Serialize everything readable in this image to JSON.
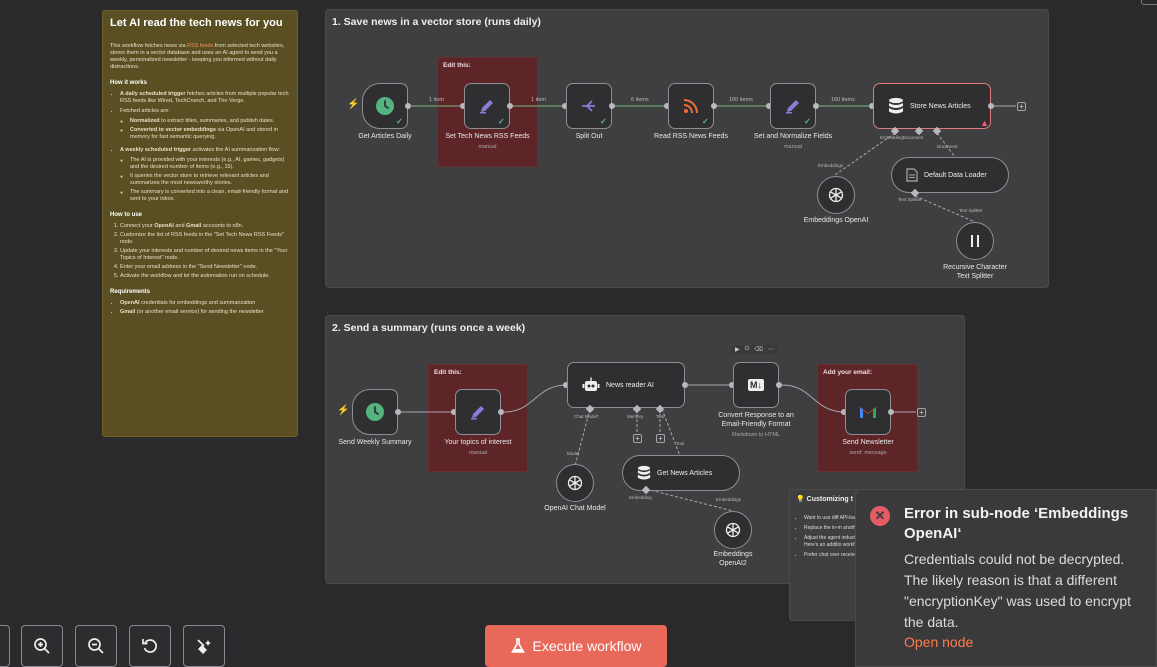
{
  "overview": {
    "title": "Let AI read the tech news for you",
    "intro_a": "This workflow fetches news via ",
    "intro_link": "RSS feeds",
    "intro_b": " from selected tech websites, stores them in a vector database and uses an AI agent to send you a weekly, personalized newsletter - keeping you informed without daily distractions.",
    "how_works_title": "How it works",
    "hw1_bold": "A daily scheduled trigger",
    "hw1_rest": " fetches articles from multiple popular tech RSS feeds like Wired, TechCrunch, and The Verge.",
    "hw2": "Fetched articles are:",
    "hw2a_bold": "Normalized",
    "hw2a_rest": " to extract titles, summaries, and publish dates.",
    "hw2b_bold": "Converted to vector embeddings",
    "hw2b_rest": " via OpenAI and stored in memory for fast semantic querying.",
    "hw3_bold": "A weekly scheduled trigger",
    "hw3_rest": " activates the AI summarization flow:",
    "hw3a": "The AI is provided with your interests (e.g., AI, games, gadgets) and the desired number of items (e.g., 15).",
    "hw3b": "It queries the vector store to retrieve relevant articles and summarizes the most newsworthy stories.",
    "hw3c": "The summary is converted into a clean, email-friendly format and sent to your inbox.",
    "how_use_title": "How to use",
    "hu1_a": "Connect your ",
    "hu1_b1": "OpenAI",
    "hu1_mid": " and ",
    "hu1_b2": "Gmail",
    "hu1_c": " accounts to n8n.",
    "hu2": "Customize the list of RSS feeds in the \"Set Tech News RSS Feeds\" node.",
    "hu3": "Update your interests and number of desired news items in the \"Your Topics of Interest\" node.",
    "hu4": "Enter your email address in the \"Send Newsletter\" node.",
    "hu5": "Activate the workflow and let the automation run on schedule.",
    "req_title": "Requirements",
    "req1_bold": "OpenAI",
    "req1_rest": " credentials for embeddings and summarization",
    "req2_bold": "Gmail",
    "req2_rest": " (or another email service) for sending the newsletter"
  },
  "section1": {
    "title": "1. Save news in a vector store (runs daily)",
    "edit_note": "Edit this:",
    "nodes": {
      "get_articles": "Get Articles Daily",
      "set_feeds": "Set Tech News RSS Feeds",
      "set_feeds_sub": "manual",
      "split_out": "Split Out",
      "read_rss": "Read RSS News Feeds",
      "normalize": "Set and Normalize Fields",
      "normalize_sub": "manual",
      "store": "Store News Articles",
      "embeddings": "Embeddings OpenAI",
      "loader": "Default Data Loader",
      "splitter_l1": "Recursive Character",
      "splitter_l2": "Text Splitter"
    },
    "edges": {
      "e1": "1 item",
      "e2": "1 item",
      "e3": "6 items",
      "e4": "160 items",
      "e5": "160 items",
      "embdoc": "EmbeddingDocument",
      "document": "Document",
      "embeddings": "Embeddings",
      "textsplitter1": "Text Splitter",
      "textsplitter2": "Text Splitter"
    }
  },
  "section2": {
    "title": "2. Send a summary (runs once a week)",
    "edit_note": "Edit this:",
    "email_note": "Add your email:",
    "nodes": {
      "send_weekly": "Send Weekly Summary",
      "topics": "Your topics of interest",
      "topics_sub": "manual",
      "agent": "News reader AI",
      "convert_l1": "Convert Response to an",
      "convert_l2": "Email-Friendly Format",
      "convert_sub": "Markdown to HTML",
      "newsletter": "Send Newsletter",
      "newsletter_sub": "send: message",
      "chat_model": "OpenAI Chat Model",
      "get_news": "Get News Articles",
      "emb2_l1": "Embeddings",
      "emb2_l2": "OpenAI2"
    },
    "ports": {
      "chat_model": "Chat Model*",
      "memory": "Memory",
      "tool": "Tool",
      "model": "Model",
      "tool2": "Tool",
      "embedding": "Embedding",
      "embeddings": "Embeddings"
    }
  },
  "customize_note": {
    "title": "Customizing t",
    "b1": "Want to use diff API-based news",
    "b2": "Replace the in-m another persiste",
    "b3": "Adjust the agent industry-specific Here's an additio workflow:",
    "b4": "Prefer chat over receive your pers"
  },
  "toast": {
    "title": "Error in sub-node ‘Embeddings OpenAI‘",
    "message": "Credentials could not be decrypted. The likely reason is that a different \"encryptionKey\" was used to encrypt the data.",
    "link": "Open node"
  },
  "toolbar": {
    "execute_label": "Execute workflow"
  },
  "icons": {
    "zoom_in": "zoom-in-icon",
    "zoom_out": "zoom-out-icon",
    "reset": "undo-icon",
    "tidy": "broom-icon"
  },
  "colors": {
    "accent": "#e8695a",
    "error": "#e55b63",
    "success": "#5ec27a",
    "sticky_yellow": "#594f23",
    "sticky_red": "#5e2528"
  }
}
